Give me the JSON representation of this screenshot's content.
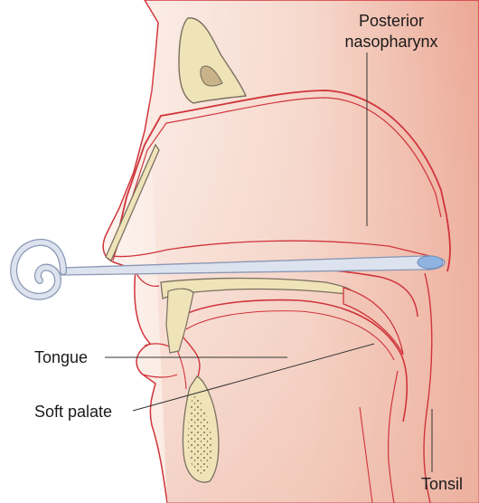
{
  "labels": {
    "posterior_line1": "Posterior",
    "posterior_line2": "nasopharynx",
    "tongue": "Tongue",
    "soft_palate": "Soft palate",
    "tonsil": "Tonsil"
  },
  "colors": {
    "skin_light": "#fbeee8",
    "skin_mid": "#f4cfc2",
    "skin_dark": "#eaa997",
    "outline": "#d0343b",
    "bone_fill": "#efe3b8",
    "bone_outline": "#7a7060",
    "probe_fill": "#dde3ee",
    "probe_edge": "#8a97b4",
    "probe_tip": "#8fb4e2",
    "leader": "#333333"
  }
}
